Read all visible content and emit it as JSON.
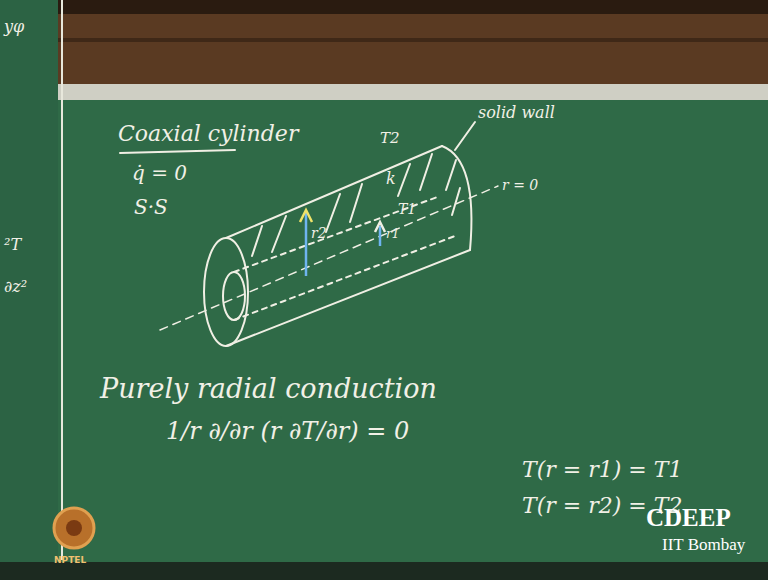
{
  "diagram": {
    "title": "Coaxial cylinder",
    "labels": [
      "solid wall",
      "T2",
      "r2",
      "k",
      "T1",
      "r1",
      "r = 0",
      "q̇ = 0",
      "S·S",
      "Purely radial conduction",
      "1/r ∂/∂r (r ∂T/∂r) = 0",
      "T(r = r1) = T1",
      "T(r = r2) = T2",
      "CDEEP",
      "IIT Bombay",
      "NPTEL",
      "yφ",
      "²T",
      "∂z²"
    ]
  }
}
